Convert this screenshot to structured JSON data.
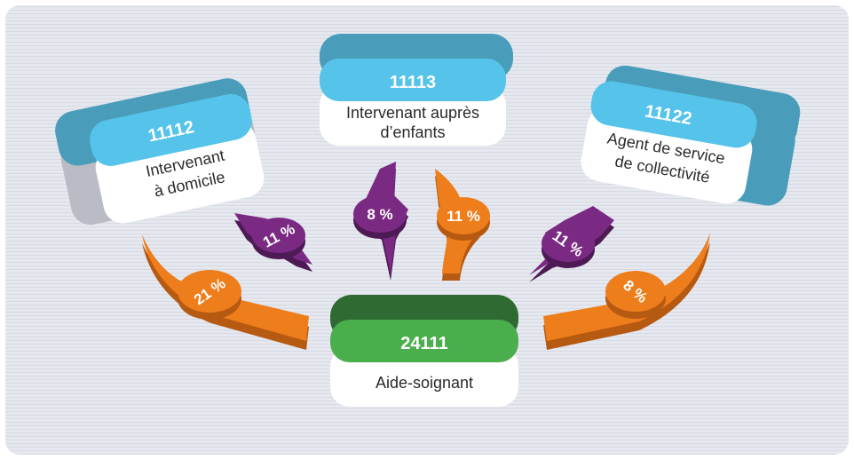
{
  "colors": {
    "background": "#e6e8ef",
    "stripe": "#d7dae3",
    "node_top": "#55c3ea",
    "node_shadow": "#4a9dba",
    "node_base": "#ffffff",
    "node_side": "#b9bcc4",
    "target_top": "#4aae4c",
    "target_shadow": "#2f6a33",
    "orange": "#ee7d1c",
    "orange_dark": "#b65a12",
    "purple": "#7b2a83",
    "purple_dark": "#4e1a55"
  },
  "nodes": [
    {
      "id": "intervenant-domicile",
      "code": "11112",
      "label_lines": [
        "Intervenant",
        "à domicile"
      ]
    },
    {
      "id": "intervenant-enfants",
      "code": "11113",
      "label_lines": [
        "Intervenant auprès",
        "d’enfants"
      ]
    },
    {
      "id": "agent-collectivite",
      "code": "11122",
      "label_lines": [
        "Agent de service",
        "de collectivité"
      ]
    }
  ],
  "target": {
    "id": "aide-soignant",
    "code": "24111",
    "label_lines": [
      "Aide-soignant"
    ]
  },
  "flows": [
    {
      "id": "flow-domicile-to-aide",
      "from": "11112",
      "to": "24111",
      "value": "21 %",
      "color": "orange"
    },
    {
      "id": "flow-aide-to-domicile",
      "from": "24111",
      "to": "11112",
      "value": "11 %",
      "color": "purple"
    },
    {
      "id": "flow-aide-to-enfants",
      "from": "24111",
      "to": "11113",
      "value": "8 %",
      "color": "purple"
    },
    {
      "id": "flow-enfants-to-aide",
      "from": "11113",
      "to": "24111",
      "value": "11 %",
      "color": "orange"
    },
    {
      "id": "flow-aide-to-collectivite",
      "from": "24111",
      "to": "11122",
      "value": "11 %",
      "color": "purple"
    },
    {
      "id": "flow-collectivite-to-aide",
      "from": "11122",
      "to": "24111",
      "value": "8 %",
      "color": "orange"
    }
  ]
}
